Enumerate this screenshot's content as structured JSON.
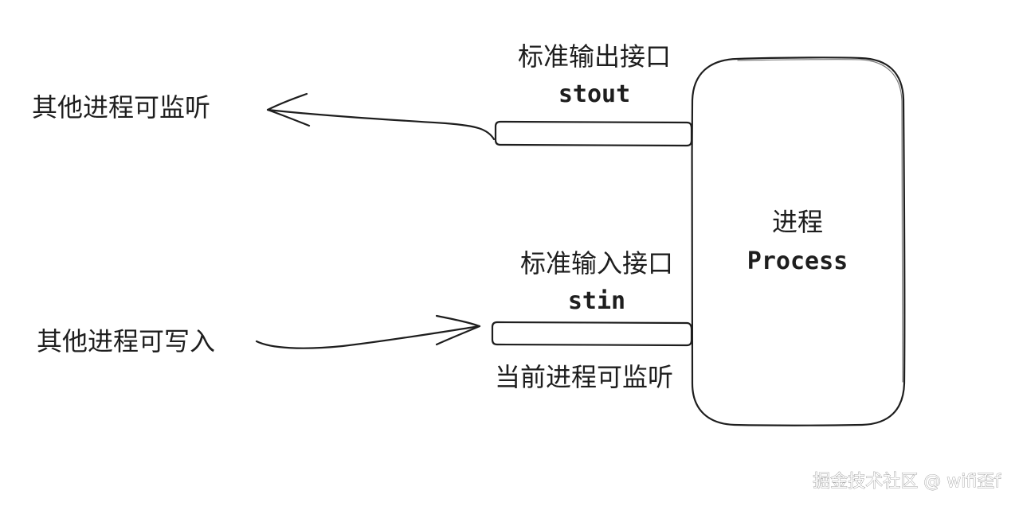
{
  "process": {
    "title_cn": "进程",
    "title_en": "Process"
  },
  "stdout": {
    "label_cn": "标准输出接口",
    "label_en": "stout",
    "target_label": "其他进程可监听"
  },
  "stdin": {
    "label_cn": "标准输入接口",
    "label_en": "stin",
    "source_label": "其他进程可写入",
    "note": "当前进程可监听"
  },
  "watermark": "掘金技术社区 @ wifi歪f",
  "colors": {
    "stroke": "#1e1e1e",
    "background": "#ffffff"
  }
}
